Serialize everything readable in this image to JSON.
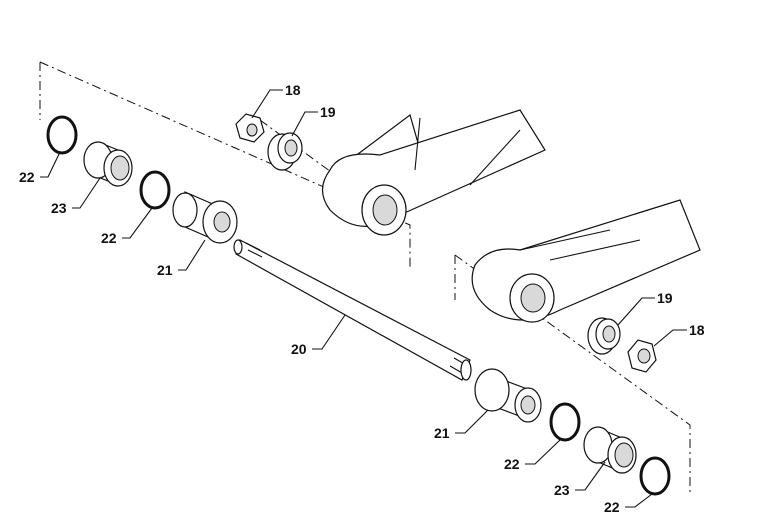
{
  "callouts": {
    "nut_upper": "18",
    "washer_upper": "19",
    "ring_upper_outer": "22",
    "bearing_upper": "23",
    "ring_upper_inner": "22",
    "bushing_upper": "21",
    "shaft": "20",
    "washer_lower": "19",
    "nut_lower": "18",
    "bushing_lower": "21",
    "ring_lower_inner": "22",
    "bearing_lower": "23",
    "ring_lower_outer": "22"
  }
}
